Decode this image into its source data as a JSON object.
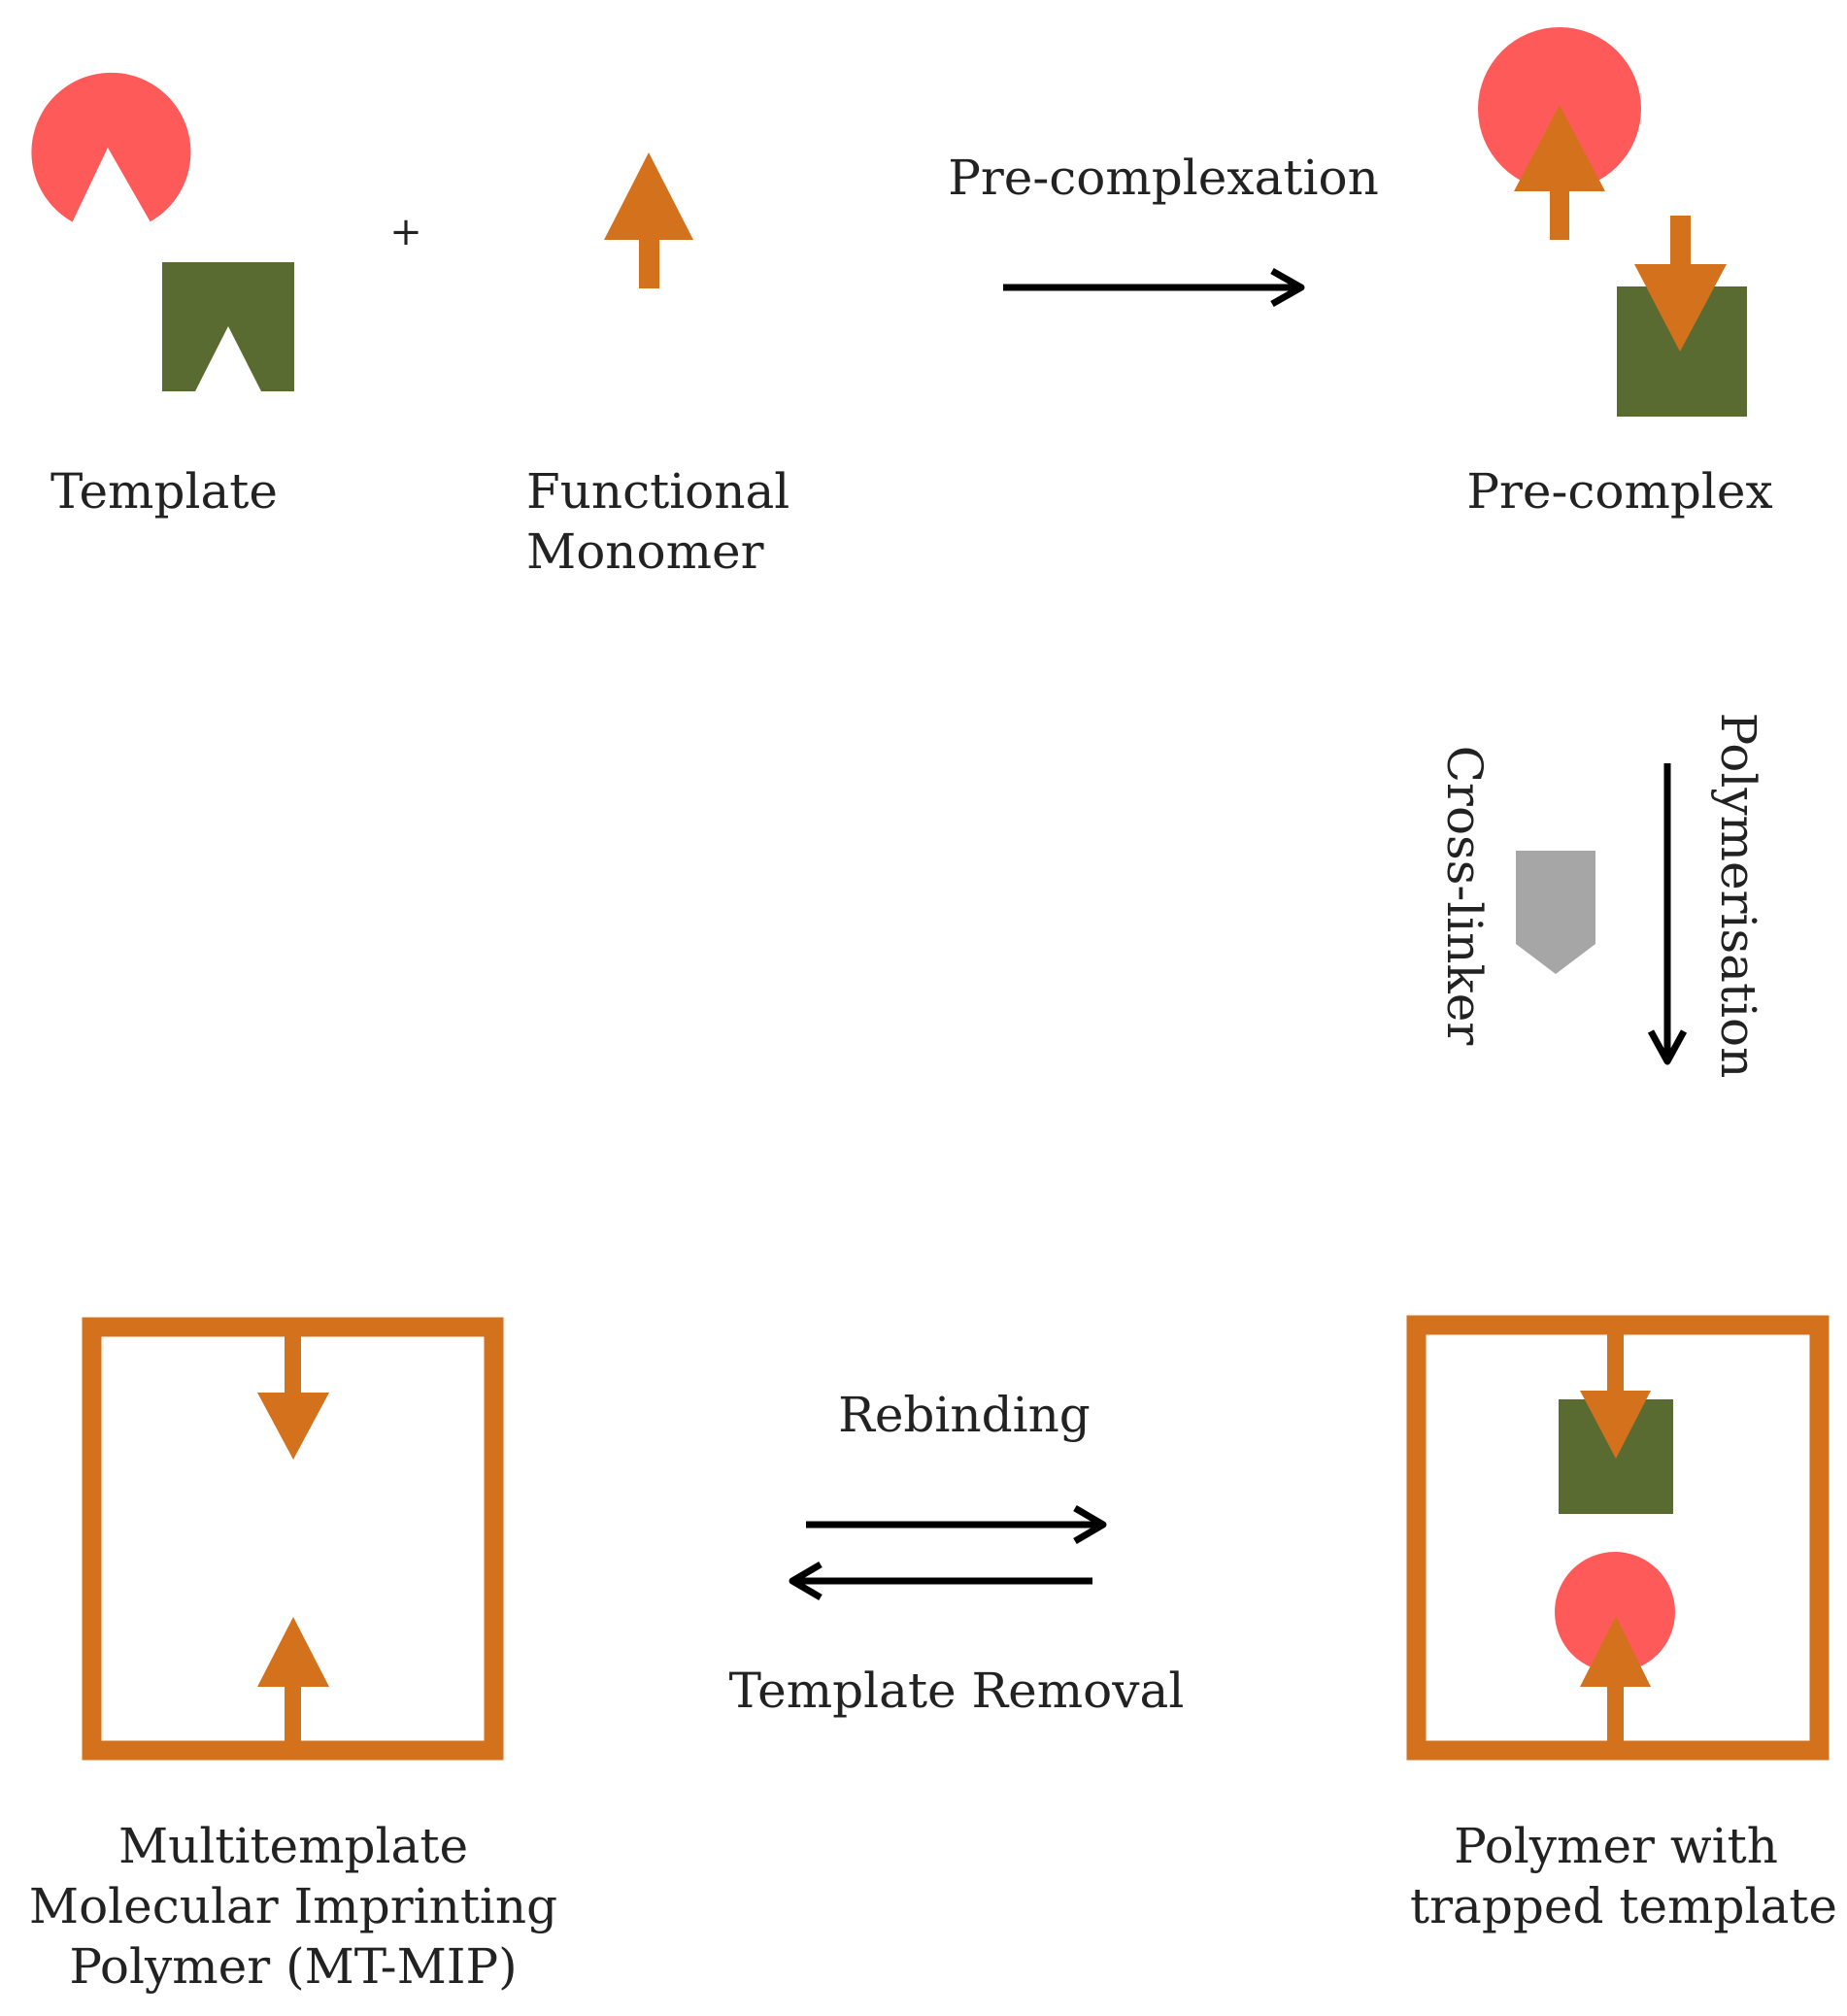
{
  "colors": {
    "template_circle": "#FF5A5A",
    "template_block": "#5A6B31",
    "monomer": "#D4711D",
    "crosslinker": "#A6A6A6",
    "arrow": "#000000",
    "text": "#222222"
  },
  "labels": {
    "plus": "+",
    "template": "Template",
    "functional_monomer_line1": "Functional",
    "functional_monomer_line2": "Monomer",
    "precomplexation": "Pre-complexation",
    "precomplex": "Pre-complex",
    "crosslinker": "Cross-linker",
    "polymerisation": "Polymerisation",
    "rebinding": "Rebinding",
    "template_removal": "Template Removal",
    "mtmip_line1": "Multitemplate",
    "mtmip_line2": "Molecular Imprinting",
    "mtmip_line3": "Polymer (MT-MIP)",
    "trapped_line1": "Polymer with",
    "trapped_line2": "trapped template"
  }
}
